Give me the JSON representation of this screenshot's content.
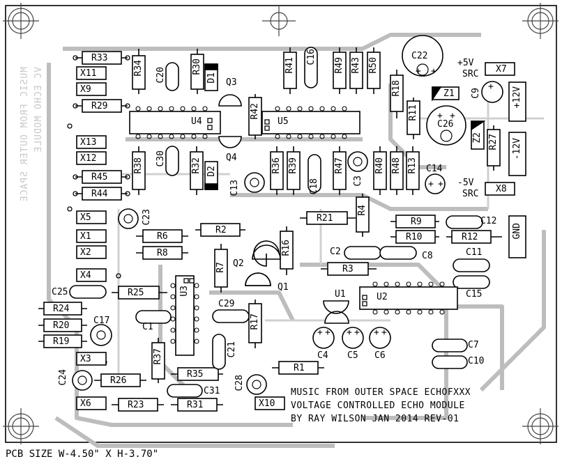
{
  "board": {
    "credits": [
      "MUSIC FROM OUTER SPACE ECHOFXXX",
      "VOLTAGE CONTROLLED ECHO MODULE",
      "BY RAY WILSON JAN 2014  REV-01"
    ],
    "pcb_size": "PCB SIZE W-4.50\" X H-3.70\"",
    "mirrored_text": [
      "MUSIC FROM OUTER SPACE",
      "VC ECHO MODULE"
    ],
    "power_labels": [
      "+5V",
      "SRC",
      "-5V",
      "SRC",
      "+12V",
      "-12V",
      "GND"
    ]
  },
  "components": {
    "resistors": [
      "R33",
      "R34",
      "R30",
      "R41",
      "R49",
      "R43",
      "R50",
      "R18",
      "R11",
      "R29",
      "R42",
      "R38",
      "R32",
      "R36",
      "R39",
      "R47",
      "R40",
      "R48",
      "R13",
      "R27",
      "R45",
      "R44",
      "R21",
      "R4",
      "R9",
      "R10",
      "R12",
      "R6",
      "R2",
      "R8",
      "R16",
      "R7",
      "R3",
      "R25",
      "R24",
      "R20",
      "R19",
      "R17",
      "R37",
      "R35",
      "R1",
      "R26",
      "R23",
      "R31"
    ],
    "capacitors": [
      "C20",
      "C16",
      "C22",
      "C9",
      "C26",
      "C30",
      "C13",
      "C18",
      "C3",
      "C14",
      "C23",
      "C12",
      "C2",
      "C8",
      "C11",
      "C15",
      "C25",
      "C29",
      "C17",
      "C1",
      "C21",
      "C4",
      "C5",
      "C6",
      "C7",
      "C10",
      "C24",
      "C31",
      "C28"
    ],
    "diodes": [
      "D1",
      "D2",
      "Z1",
      "Z2"
    ],
    "transistors": [
      "Q3",
      "Q4",
      "Q2",
      "Q1"
    ],
    "ics": [
      "U4",
      "U5",
      "U3",
      "U1",
      "U2"
    ],
    "connectors": [
      "X11",
      "X9",
      "X13",
      "X12",
      "X5",
      "X1",
      "X2",
      "X4",
      "X3",
      "X6",
      "X10",
      "X7",
      "X8"
    ]
  }
}
